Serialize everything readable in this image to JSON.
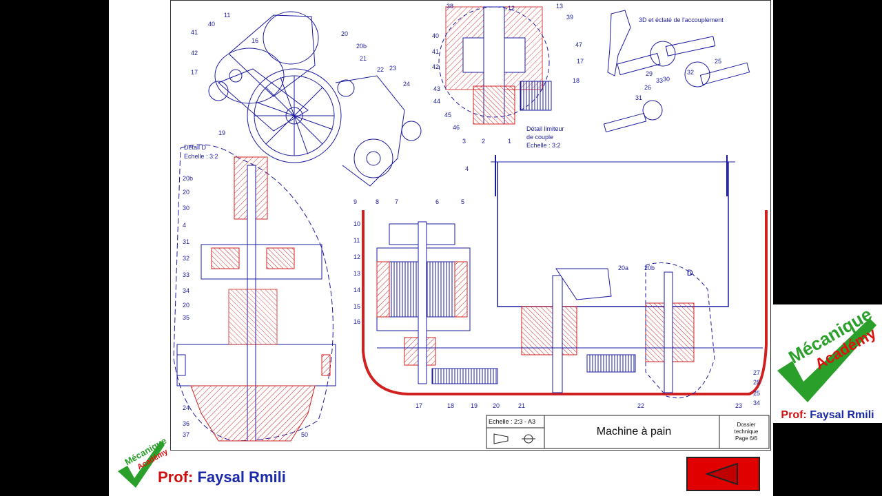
{
  "sheet": {
    "title": "Machine à pain",
    "scale": "Echelle : 2:3  -  A3",
    "dossier_line1": "Dossier",
    "dossier_line2": "technique",
    "dossier_line3": "Page 6/6"
  },
  "captions": {
    "view_3d": "3D et éclaté de l'accouplement",
    "detail_limiteur_1": "Détail limiteur",
    "detail_limiteur_2": "de couple",
    "detail_limiteur_3": "Echelle : 3:2",
    "detail_d_1": "Détail D",
    "detail_d_2": "Echelle : 3:2",
    "d_marker": "D"
  },
  "labels": {
    "top_assembly": [
      "11",
      "41",
      "40",
      "42",
      "17",
      "16",
      "19",
      "20",
      "21",
      "22",
      "23",
      "24",
      "20b"
    ],
    "limiter": [
      "38",
      "13",
      "39",
      "40",
      "41",
      "42",
      "43",
      "44",
      "45",
      "46",
      "47",
      "17",
      "18",
      "12"
    ],
    "coupling": [
      "31",
      "26",
      "33",
      "32",
      "25",
      "29",
      "30"
    ],
    "detail_d_left": [
      "20b",
      "20",
      "30",
      "4",
      "31",
      "32",
      "33",
      "34",
      "20",
      "35",
      "24",
      "36",
      "37"
    ],
    "detail_d_right": [
      "50"
    ],
    "section_top": [
      "3",
      "2",
      "1",
      "4",
      "9",
      "8",
      "7",
      "6",
      "5",
      "20a",
      "20b",
      "D"
    ],
    "section_left": [
      "10",
      "11",
      "12",
      "13",
      "14",
      "15",
      "16"
    ],
    "section_bottom": [
      "17",
      "18",
      "19",
      "20",
      "21",
      "22",
      "23"
    ],
    "section_right": [
      "27",
      "28",
      "25",
      "34"
    ]
  },
  "branding": {
    "logo_line1": "Mécanique",
    "logo_line2": "Académy",
    "prof_prefix": "Prof:",
    "prof_name": "Faysal Rmili"
  },
  "colors": {
    "ink": "#1a1aa0",
    "section": "#d02020",
    "logo_green": "#2aa02a",
    "logo_red": "#e01010",
    "back_button": "#e00000"
  },
  "icons": {
    "back_button": "left-arrow-icon"
  }
}
